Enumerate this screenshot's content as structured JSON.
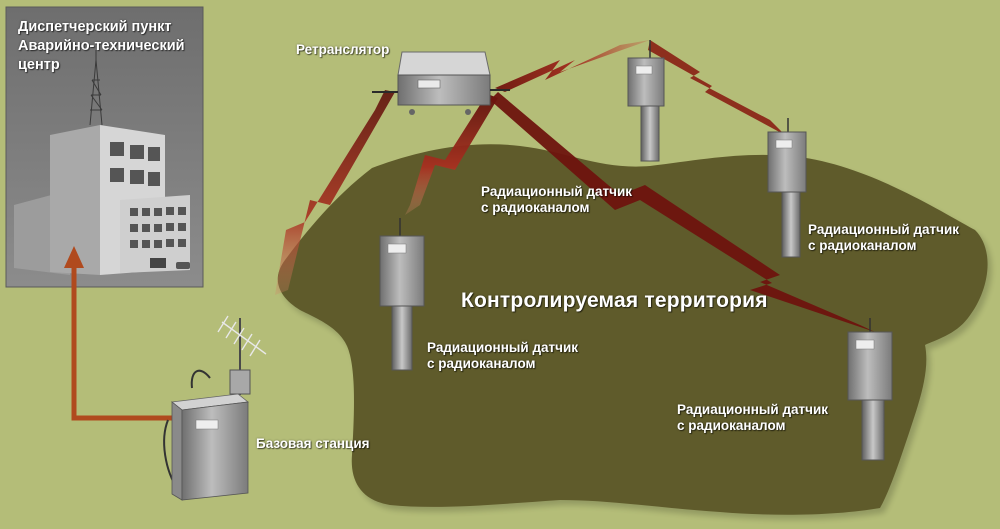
{
  "dispatch": {
    "title_lines": [
      "Диспетчерский пункт",
      "Аварийно-технический",
      "центр"
    ]
  },
  "relay": {
    "label": "Ретранслятор"
  },
  "base_station": {
    "label": "Базовая станция"
  },
  "territory": {
    "label": "Контролируемая  территория"
  },
  "sensors": [
    {
      "label_lines": [
        "Радиационный датчик",
        "с радиоканалом"
      ]
    },
    {
      "label_lines": [
        "Радиационный датчик",
        "с радиоканалом"
      ]
    },
    {
      "label_lines": [
        "Радиационный датчик",
        "с радиоканалом"
      ]
    },
    {
      "label_lines": [
        "Радиационный датчик",
        "с радиоканалом"
      ]
    }
  ],
  "colors": {
    "background": "#b4bd78",
    "territory": "#5f5b2b",
    "panel": "#7c7c7c",
    "radio_link": "#7a1c14",
    "data_arrow": "#b04a1e",
    "device": "#9a9a9a"
  }
}
